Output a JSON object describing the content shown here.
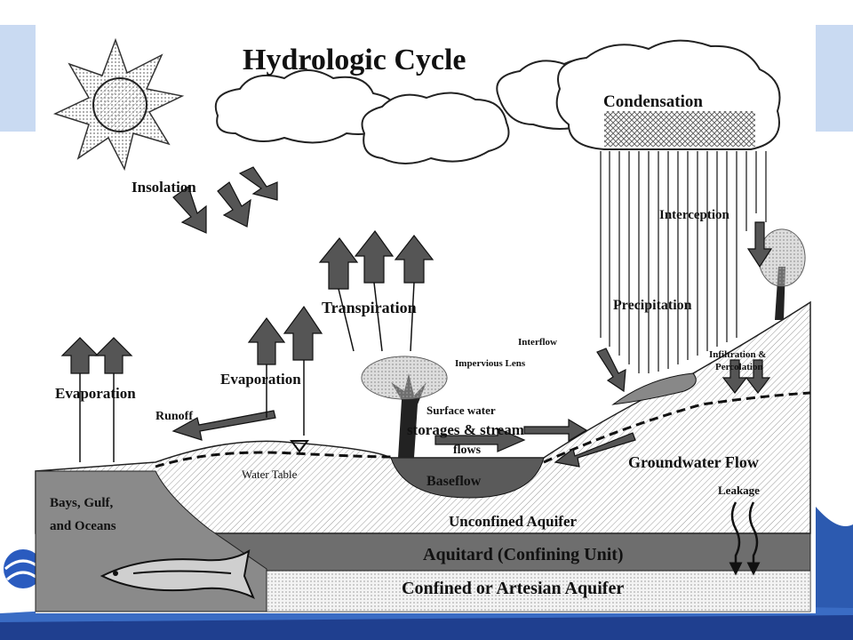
{
  "title": "Hydrologic Cycle",
  "labels": {
    "condensation": "Condensation",
    "insolation": "Insolation",
    "interception": "Interception",
    "transpiration": "Transpiration",
    "precipitation": "Precipitation",
    "interflow": "Interflow",
    "impervious_lens": "Impervious Lens",
    "infiltration_line1": "Infiltration &",
    "infiltration_line2": "Percolation",
    "evaporation_left": "Evaporation",
    "evaporation_mid": "Evaporation",
    "runoff": "Runoff",
    "surface_water_line1": "Surface water",
    "surface_water_line2": "storages & stream",
    "surface_water_line3": "flows",
    "groundwater_flow": "Groundwater Flow",
    "water_table": "Water Table",
    "baseflow": "Baseflow",
    "bays_line1": "Bays, Gulf,",
    "bays_line2": "and Oceans",
    "leakage": "Leakage",
    "unconfined_aquifer": "Unconfined Aquifer",
    "aquitard": "Aquitard (Confining Unit)",
    "confined_aquifer": "Confined or Artesian Aquifer"
  },
  "colors": {
    "band": "#c9daf2",
    "footer": "#1f3f8f",
    "aquitard": "#6e6e6e",
    "ocean": "#8a8a8a",
    "arrow": "#555555"
  }
}
